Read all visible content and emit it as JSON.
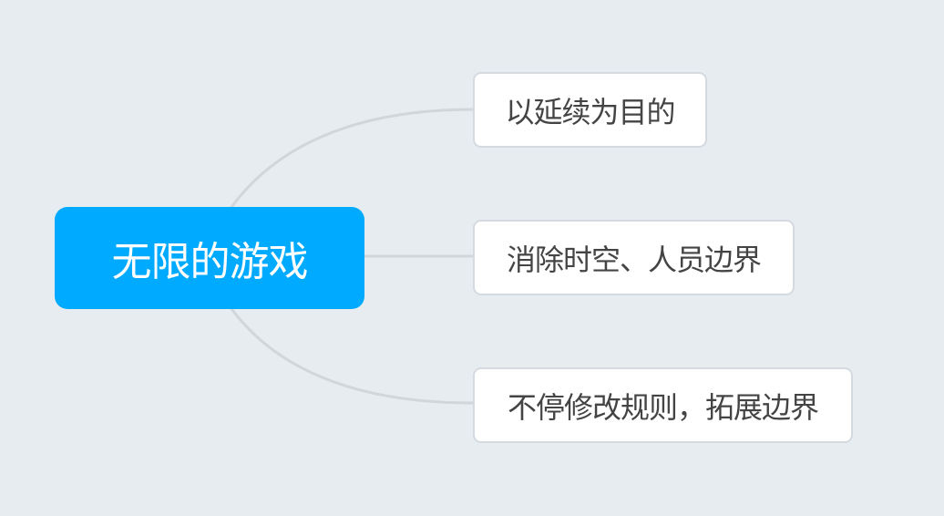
{
  "mindmap": {
    "root": {
      "label": "无限的游戏",
      "color": "#00aaff",
      "text_color": "#ffffff"
    },
    "children": [
      {
        "label": "以延续为目的"
      },
      {
        "label": "消除时空、人员边界"
      },
      {
        "label": "不停修改规则，拓展边界"
      }
    ],
    "colors": {
      "background": "#e6ecf0",
      "connector": "#d0d6d9",
      "child_border": "#d4dadf",
      "child_text": "#444444"
    }
  }
}
